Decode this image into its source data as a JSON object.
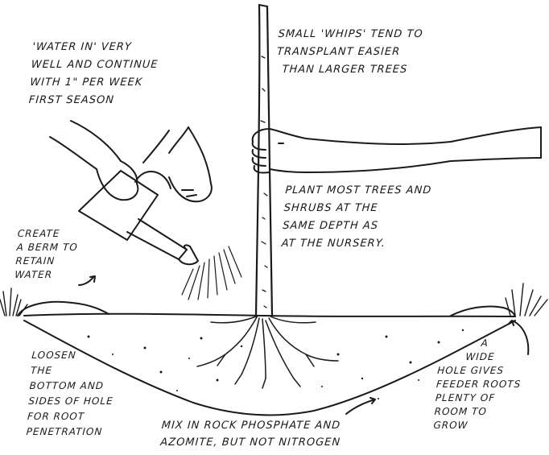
{
  "labels": {
    "water_in": [
      "'WATER IN' VERY",
      "WELL AND CONTINUE",
      "WITH 1\" PER WEEK",
      "FIRST SEASON"
    ],
    "whips": [
      "SMALL 'WHIPS' TEND TO",
      "TRANSPLANT EASIER",
      "THAN LARGER TREES"
    ],
    "plant_depth": [
      "PLANT MOST TREES AND",
      "SHRUBS AT THE",
      "SAME DEPTH AS",
      "AT THE NURSERY."
    ],
    "berm": [
      "CREATE",
      "A BERM TO",
      "RETAIN",
      "WATER"
    ],
    "loosen": [
      "LOOSEN",
      "THE",
      "BOTTOM AND",
      "SIDES OF HOLE",
      "FOR ROOT",
      "PENETRATION"
    ],
    "wide_hole": [
      "A",
      "WIDE",
      "HOLE GIVES",
      "FEEDER ROOTS",
      "PLENTY OF",
      "ROOM TO",
      "GROW"
    ],
    "mix": [
      "MIX IN ROCK PHOSPHATE AND",
      "AZOMITE, BUT NOT NITROGEN"
    ]
  },
  "colors": {
    "ink": "#1a1a1a",
    "background": "#ffffff"
  }
}
